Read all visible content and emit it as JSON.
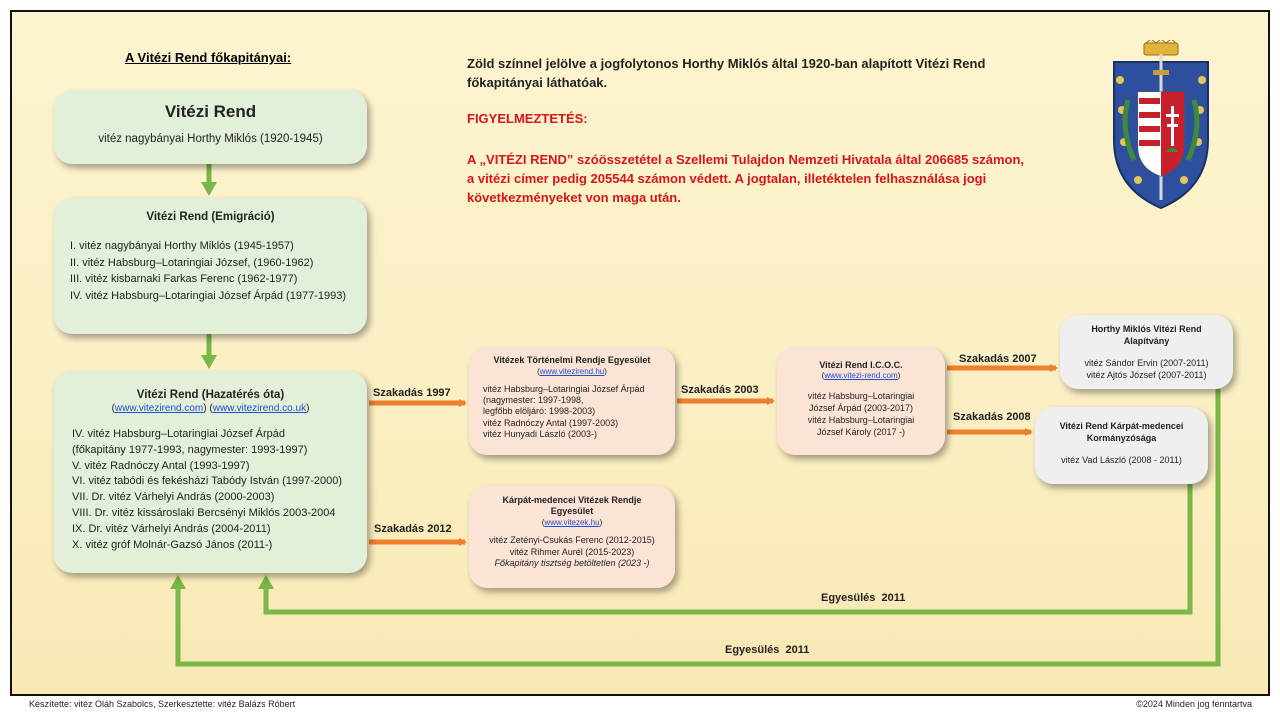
{
  "header": {
    "left_title": "A Vitézi Rend főkapitányai:",
    "intro_line1": "Zöld színnel jelölve a jogfolytonos Horthy Miklós által 1920-ban alapított Vitézi Rend",
    "intro_line2": "főkapitányai láthatóak.",
    "warning_title": "FIGYELMEZTETÉS:",
    "warning_line1": "A „VITÉZI REND” szóösszetétel a Szellemi Tulajdon Nemzeti Hivatala által 206685 számon,",
    "warning_line2": "a vitézi címer pedig 205544 számon védett. A jogtalan, illetéktelen felhasználása jogi",
    "warning_line3": "következményeket von maga után."
  },
  "boxes": {
    "rend_1920": {
      "title": "Vitézi Rend",
      "line": "vitéz nagybányai Horthy Miklós (1920-1945)"
    },
    "emigracio": {
      "title": "Vitézi Rend (Emigráció)",
      "lines": [
        "I. vitéz nagybányai Horthy Miklós (1945-1957)",
        "II. vitéz Habsburg–Lotaringiai József, (1960-1962)",
        "III. vitéz kisbarnaki Farkas Ferenc (1962-1977)",
        "IV. vitéz Habsburg–Lotaringiai József Árpád (1977-1993)"
      ]
    },
    "hazateres": {
      "title": "Vitézi Rend (Hazatérés óta)",
      "link1": "www.vitezirend.com",
      "link2": "www.vitezirend.co.uk",
      "lines": [
        "IV. vitéz Habsburg–Lotaringiai József Árpád",
        "(főkapitány 1977-1993, nagymester: 1993-1997)",
        "V. vitéz Radnóczy Antal (1993-1997)",
        "VI. vitéz tabódi és fekésházi Tabódy István (1997-2000)",
        "VII. Dr. vitéz Várhelyi András (2000-2003)",
        "VIII. Dr. vitéz kissároslaki Bercsényi Miklós 2003-2004",
        "IX. Dr. vitéz Várhelyi András (2004-2011)",
        "X. vitéz gróf Molnár-Gazsó János (2011-)"
      ]
    },
    "tortenelmi": {
      "title": "Vitézek Történelmi Rendje Egyesület",
      "link": "www.vitezirend.hu",
      "lines": [
        "vitéz Habsburg–Lotaringiai József Árpád",
        "(nagymester: 1997-1998,",
        "legfőbb elöljáró: 1998-2003)",
        "vitéz Radnóczy Antal (1997-2003)",
        "vitéz Hunyadi László (2003-)"
      ]
    },
    "karpat_egyesulet": {
      "title_line1": "Kárpát-medencei Vitézek Rendje",
      "title_line2": "Egyesület",
      "link": "www.vitezek.hu",
      "lines": [
        "vitéz Zetényi-Csukás Ferenc (2012-2015)",
        "vitéz Rihmer Aurél (2015-2023)"
      ],
      "note": "Főkapitány tisztség betöltetlen (2023 -)"
    },
    "icoc": {
      "title": "Vitézi Rend I.C.O.C.",
      "link": "www.vitezi-rend.com",
      "lines": [
        "vitéz Habsburg–Lotaringiai",
        "József Árpád (2003-2017)",
        "vitéz Habsburg–Lotaringiai",
        "József Károly (2017 -)"
      ]
    },
    "alapitvany": {
      "title_line1": "Horthy Miklós Vitézi Rend",
      "title_line2": "Alapítvány",
      "lines": [
        "vitéz Sándor Ervin (2007-2011)",
        "vitéz Ajtós József (2007-2011)"
      ]
    },
    "kormanyzosag": {
      "title_line1": "Vitézi Rend Kárpát-medencei",
      "title_line2": "Kormányzósága",
      "line": "vitéz Vad László (2008 - 2011)"
    }
  },
  "connectors": {
    "szakadas_1997": "Szakadás 1997",
    "szakadas_2003": "Szakadás 2003",
    "szakadas_2007": "Szakadás 2007",
    "szakadas_2008": "Szakadás 2008",
    "szakadas_2012": "Szakadás 2012",
    "egyesules_upper": "Egyesülés  2011",
    "egyesules_lower": "Egyesülés  2011"
  },
  "footer": {
    "left": "Készítette: vitéz Oláh Szabolcs, Szerkesztette: vitéz Balázs Róbert",
    "right": "©2024 Minden jog fenntartva"
  },
  "colors": {
    "green_arrow": "#7ab648",
    "orange_arrow": "#ee7f2d",
    "warning_red": "#d8161a",
    "link_blue": "#1f4fd0",
    "green_box": "#e2efd9",
    "peach_box": "#fbe4d5",
    "grey_box": "#efefef"
  },
  "icons": {
    "coat_of_arms": "coat-of-arms-emblem"
  }
}
